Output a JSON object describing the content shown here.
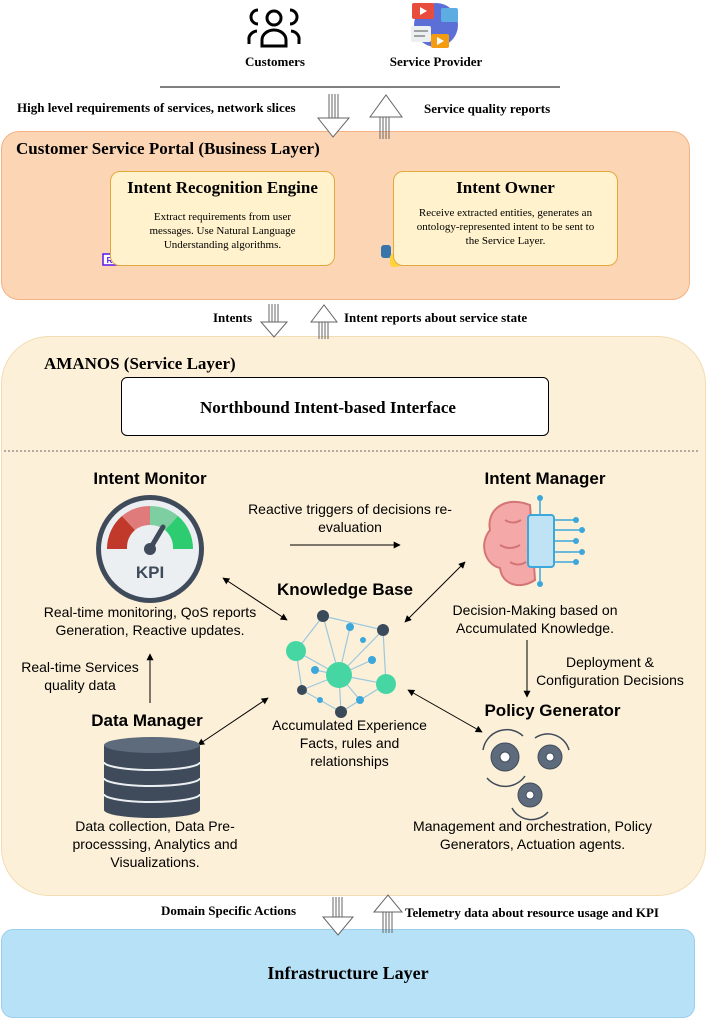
{
  "top": {
    "customers_label": "Customers",
    "provider_label": "Service Provider",
    "req_label": "High level requirements of services, network slices",
    "quality_label": "Service quality reports"
  },
  "business": {
    "title": "Customer Service Portal (Business Layer)",
    "ire_title": "Intent Recognition Engine",
    "ire_desc": "Extract requirements from user messages. Use Natural Language Understanding algorithms.",
    "rasa_logo": "RASA",
    "owner_title": "Intent Owner",
    "owner_desc": "Receive extracted entities, generates an ontology-represented intent to be sent to the Service Layer."
  },
  "mid": {
    "intents_label": "Intents",
    "reports_label": "Intent reports about service state"
  },
  "service": {
    "title": "AMANOS (Service Layer)",
    "nbi_title": "Northbound Intent-based Interface",
    "monitor_title": "Intent Monitor",
    "kpi_text": "KPI",
    "monitor_desc": "Real-time monitoring, QoS reports Generation, Reactive updates.",
    "manager_title": "Intent Manager",
    "manager_desc": "Decision-Making based on Accumulated Knowledge.",
    "reactive_label": "Reactive triggers of decisions re-evaluation",
    "kb_title": "Knowledge Base",
    "kb_desc": "Accumulated Experience Facts, rules and relationships",
    "rt_label": "Real-time Services quality data",
    "deploy_label": "Deployment & Configuration Decisions",
    "dm_title": "Data Manager",
    "dm_desc": "Data collection, Data Pre-processsing, Analytics and Visualizations.",
    "pg_title": "Policy Generator",
    "pg_desc": "Management and orchestration, Policy Generators, Actuation agents."
  },
  "bottom": {
    "actions_label": "Domain Specific Actions",
    "telemetry_label": "Telemetry data about resource usage and KPI",
    "infra_title": "Infrastructure Layer"
  },
  "colors": {
    "business_bg": "#FCD5B5",
    "inner_bg": "#FFF2CC",
    "service_bg": "#FDF0D8",
    "infra_bg": "#B7E1F7",
    "kb_node": "#46D6A4",
    "kb_node_dark": "#3B4A5A",
    "kb_node_blue": "#3CA7DA"
  },
  "icons": {
    "customers": "user-group-icon",
    "provider": "media-apps-icon",
    "rasa": "rasa-logo-icon",
    "python": "python-logo-icon",
    "api": "api-gateway-icon",
    "kpi": "kpi-gauge-icon",
    "brain": "ai-brain-icon",
    "kb": "knowledge-graph-icon",
    "db": "database-icon",
    "gears": "gears-icon"
  }
}
